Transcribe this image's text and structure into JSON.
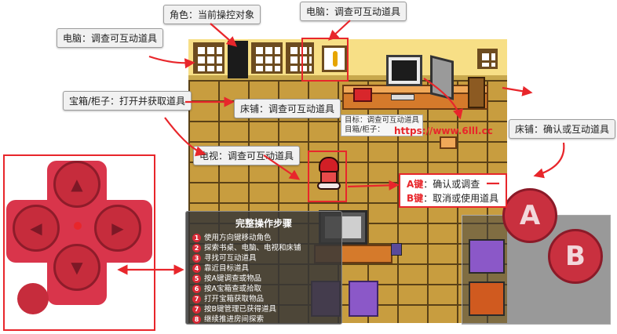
{
  "labels": {
    "character": "角色：当前操控对象",
    "computer_top": "电脑：调查可互动道具",
    "computer_left": "电脑：调查可互动道具",
    "chest": "宝箱/柜子：打开并获取道具",
    "bed": "床铺：调查可互动道具",
    "tv": "电视：调查可互动道具",
    "bed_right": "床铺：确认或互动道具",
    "target_line1": "目标：调查可互动道具",
    "target_line2": "目箱/柜子：",
    "url": "https://www.6lll.cc"
  },
  "keys": {
    "a_key": "A键",
    "a_desc": "：确认或调查",
    "b_key": "B键",
    "b_desc": "：取消或使用道具"
  },
  "steps": {
    "title": "完整操作步骤",
    "items": [
      {
        "n": "1",
        "text": "使用方向键移动角色"
      },
      {
        "n": "2",
        "text": "探索书桌、电脑、电视和床铺"
      },
      {
        "n": "3",
        "text": "寻找可互动道具"
      },
      {
        "n": "4",
        "text": "靠近目标道具"
      },
      {
        "n": "5",
        "text": "按A键调查或物品"
      },
      {
        "n": "6",
        "text": "按A宝箱查或拾取"
      },
      {
        "n": "7",
        "text": "打开宝箱获取物品"
      },
      {
        "n": "7",
        "text": "按B键管理已获得道具"
      },
      {
        "n": "8",
        "text": "继续推进房间探索"
      }
    ]
  },
  "buttons": {
    "a": "A",
    "b": "B"
  },
  "colors": {
    "accent_red": "#e8262b",
    "wall": "#f7df86",
    "floor": "#c89d3f",
    "button_red": "#c9303f"
  }
}
